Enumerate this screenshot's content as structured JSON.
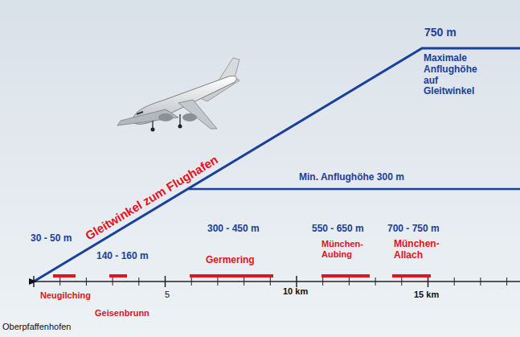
{
  "diagram": {
    "labels": [
      "750 m",
      "Maximale Anflughöhe auf Gleitwinkel",
      "Gleitwinkel zum Flughafen",
      "Min. Anflughöhe 300 m",
      "30 - 50 m",
      "140 - 160 m",
      "300 - 450 m",
      "550 - 650 m",
      "700 - 750 m",
      "Neugilching",
      "Geisenbrunn",
      "Germering",
      "München-Aubing",
      "München-Allach",
      "5",
      "10 km",
      "15 km",
      "Oberpfaffenhofen"
    ]
  }
}
